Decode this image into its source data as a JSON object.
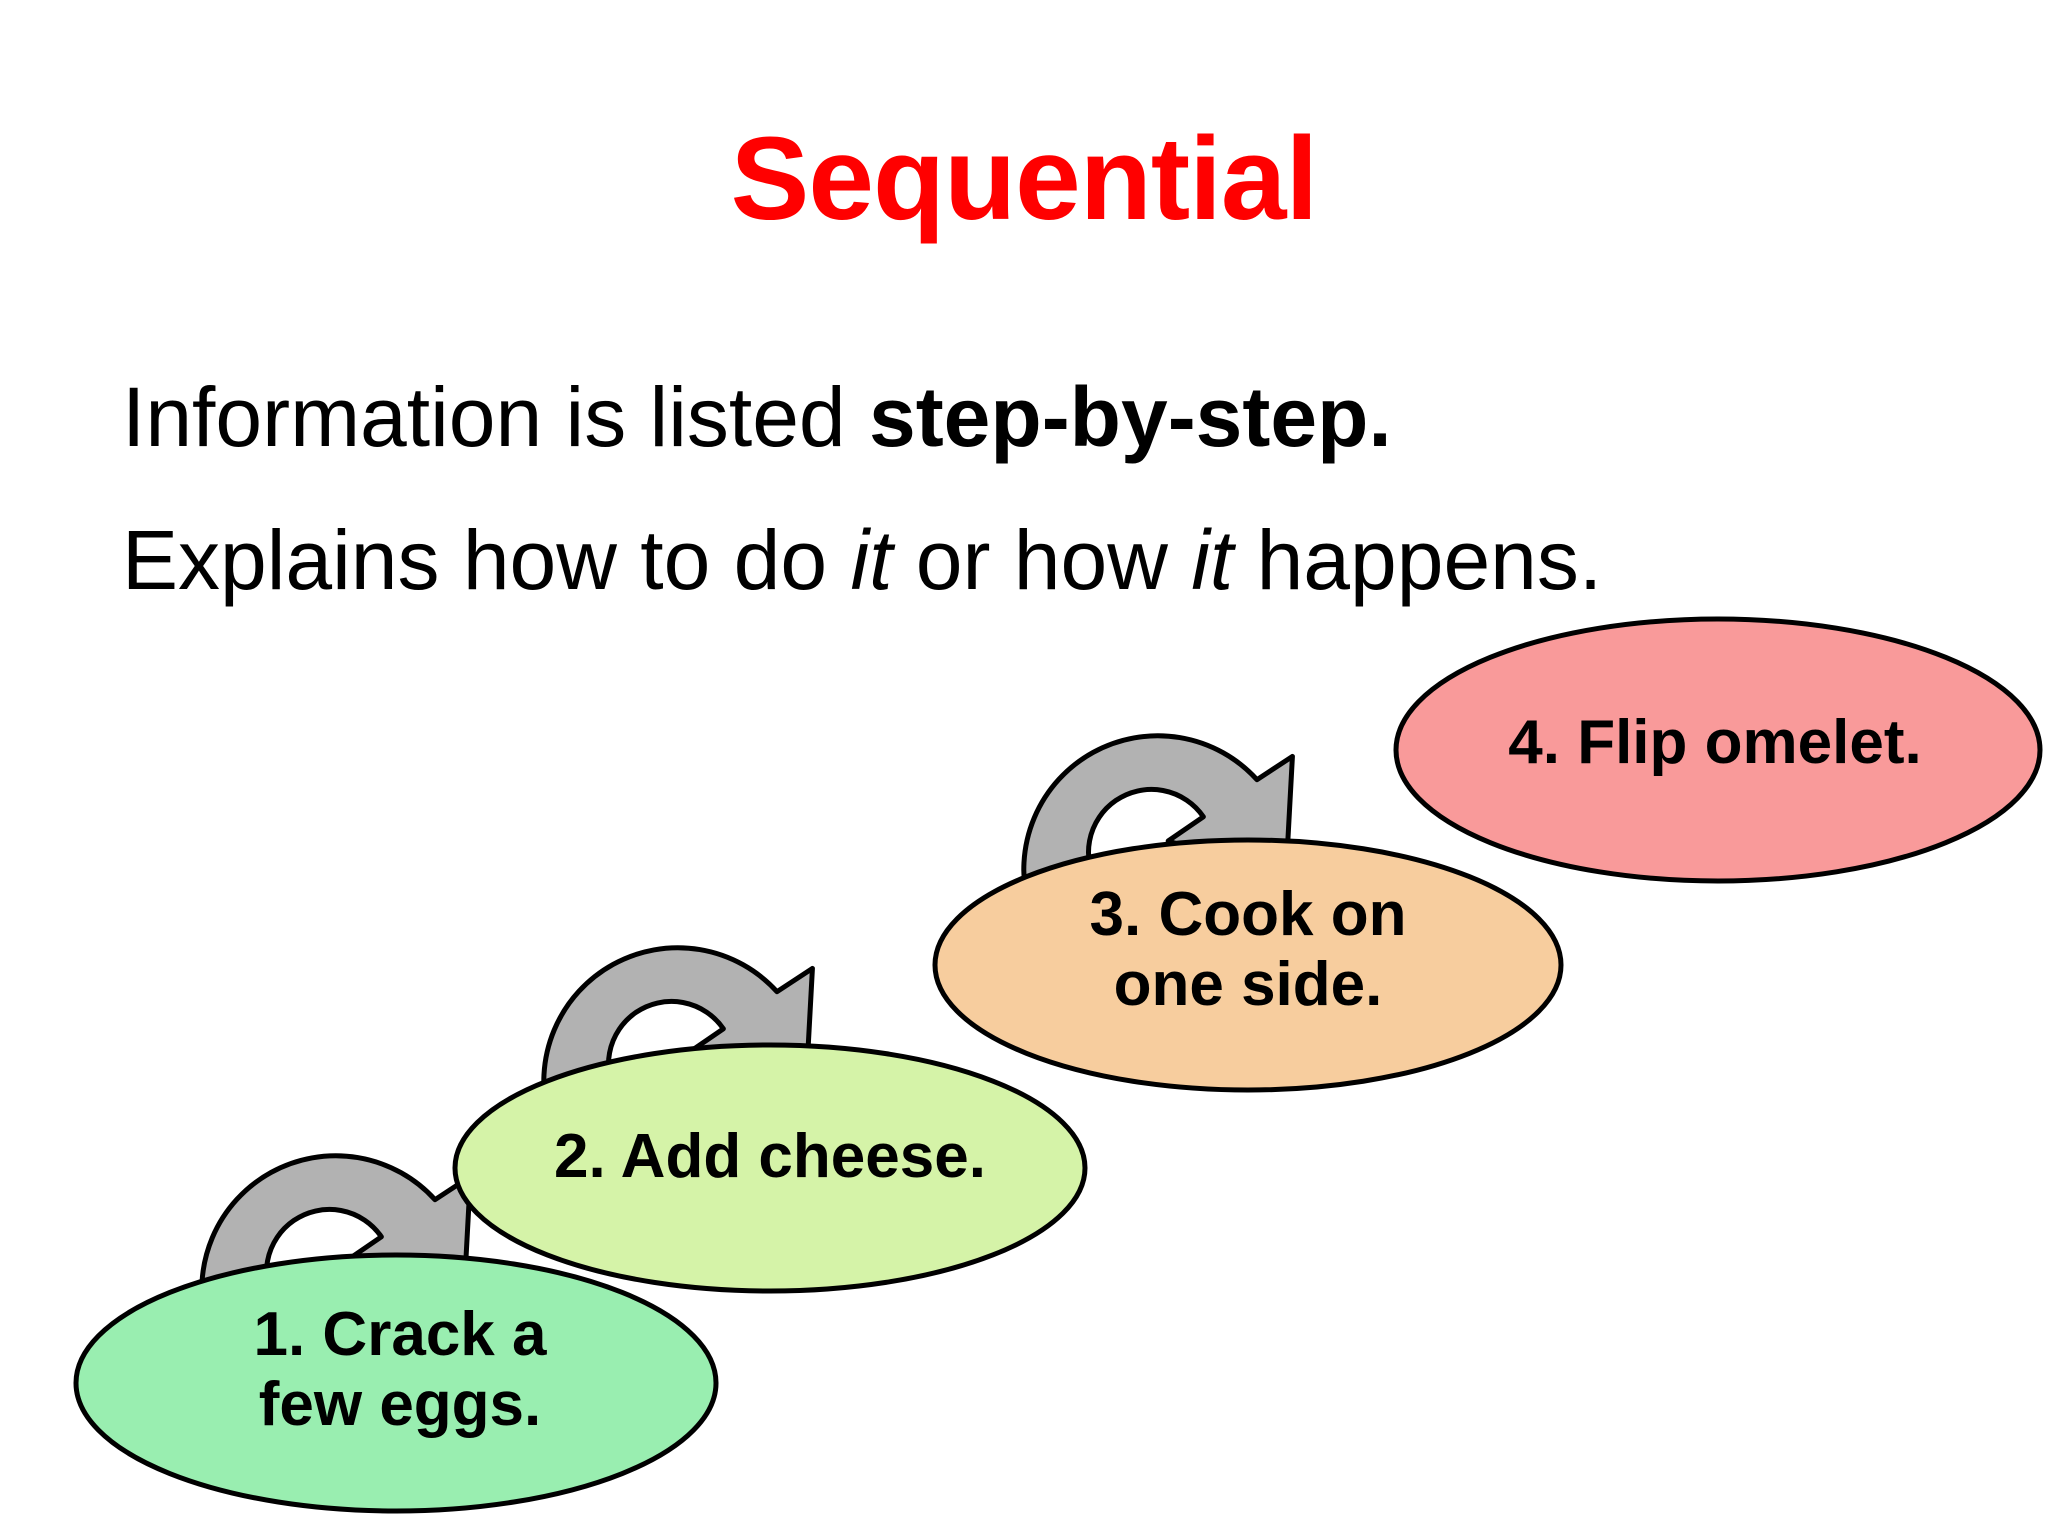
{
  "slide": {
    "title": "Sequential",
    "title_color": "#ff0000",
    "background_color": "#ffffff"
  },
  "body": {
    "line1": {
      "plain": "Information is listed ",
      "bold": "step-by-step."
    },
    "line2": {
      "part1": "Explains how to do ",
      "italic1": "it",
      "part2": " or how ",
      "italic2": "it",
      "part3": " happens."
    }
  },
  "flow": {
    "arrow_fill": "#b2b2b2",
    "arrow_stroke": "#000000",
    "steps": [
      {
        "number": "1",
        "label": "1. Crack a\nfew eggs.",
        "fill": "#99eeb0",
        "stroke": "#000000"
      },
      {
        "number": "2",
        "label": "2. Add cheese.",
        "fill": "#d5f3a8",
        "stroke": "#000000"
      },
      {
        "number": "3",
        "label": "3. Cook on\none side.",
        "fill": "#f7cd9e",
        "stroke": "#000000"
      },
      {
        "number": "4",
        "label": "4. Flip omelet.",
        "fill": "#f99a9a",
        "stroke": "#000000"
      }
    ]
  }
}
